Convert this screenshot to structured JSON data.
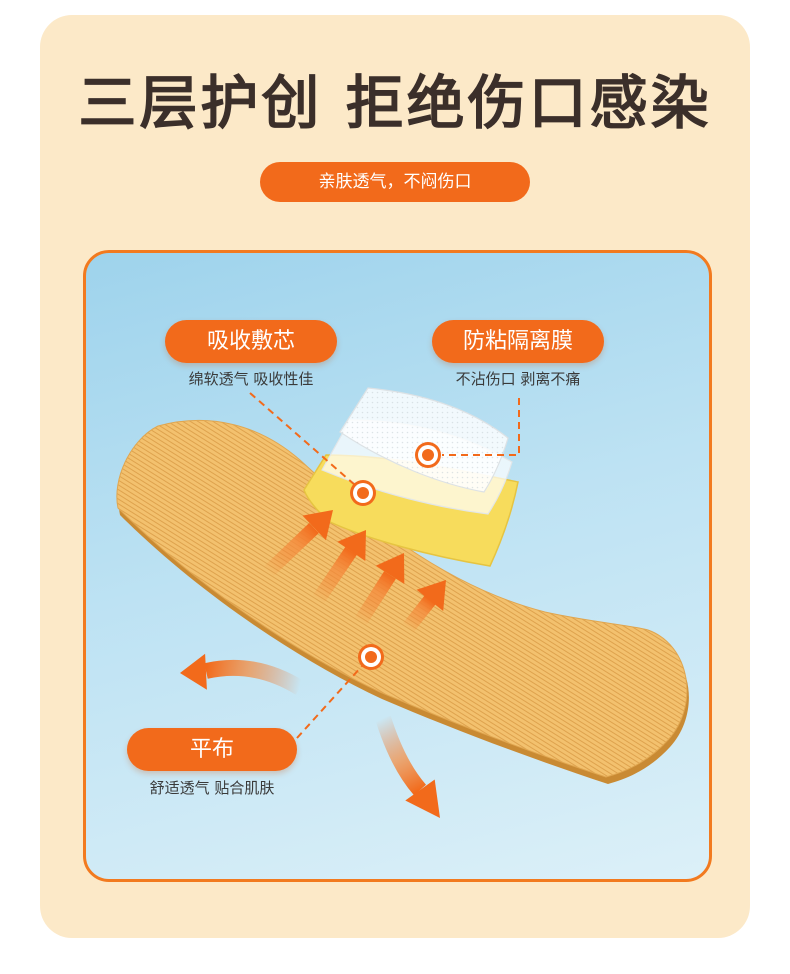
{
  "title": "三层护创 拒绝伤口感染",
  "subtitle": "亲肤透气，不闷伤口",
  "callouts": {
    "pad": {
      "label": "吸收敷芯",
      "desc": "绵软透气 吸收性佳"
    },
    "film": {
      "label": "防粘隔离膜",
      "desc": "不沾伤口 剥离不痛"
    },
    "fabric": {
      "label": "平布",
      "desc": "舒适透气 贴合肌肤"
    }
  },
  "colors": {
    "accent": "#F26A1B",
    "panel": "#FCE9C8",
    "title": "#3B2F2A",
    "card_background": "#BDE2F3",
    "bandage": "#F3C16E",
    "pad": "#F7DC5C"
  }
}
